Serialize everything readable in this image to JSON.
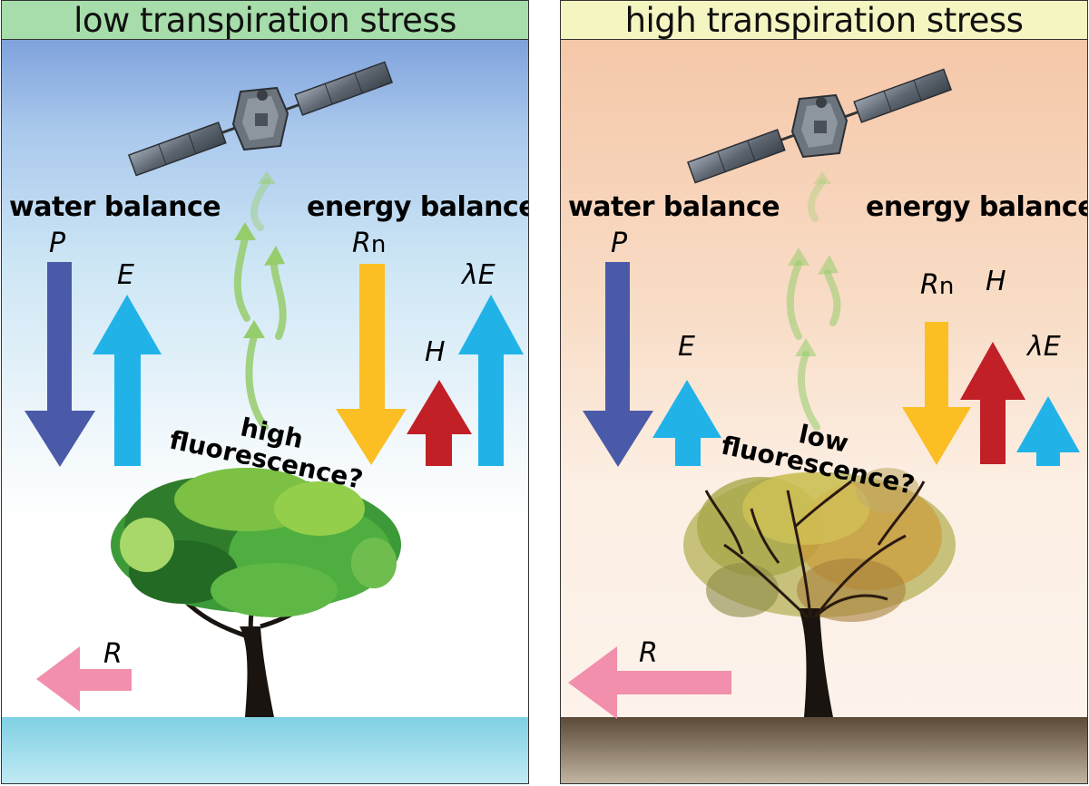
{
  "panels": {
    "left": {
      "title": "low transpiration stress",
      "header_color": "#a6ddaa",
      "water_balance": "water balance",
      "energy_balance": "energy balance",
      "P": "P",
      "E": "E",
      "R": "R",
      "Rn": "R",
      "Rn_sub": "n",
      "H": "H",
      "lambdaE": "λE",
      "question_line1": "high",
      "question_line2": "fluorescence?",
      "ground": "water"
    },
    "right": {
      "title": "high transpiration stress",
      "header_color": "#f5f5c2",
      "water_balance": "water balance",
      "energy_balance": "energy balance",
      "P": "P",
      "E": "E",
      "R": "R",
      "Rn": "R",
      "Rn_sub": "n",
      "H": "H",
      "lambdaE": "λE",
      "question_line1": "low",
      "question_line2": "fluorescence?",
      "ground": "soil"
    }
  },
  "colors": {
    "P_arrow": "#4a5aa8",
    "E_arrow": "#21b3e8",
    "Rn_arrow": "#fbbf24",
    "H_arrow": "#c02026",
    "R_arrow": "#f18fac",
    "fluorescence_arrow": "#96cd6c"
  },
  "icons": [
    "satellite-icon",
    "green-tree-icon",
    "dry-tree-icon"
  ]
}
